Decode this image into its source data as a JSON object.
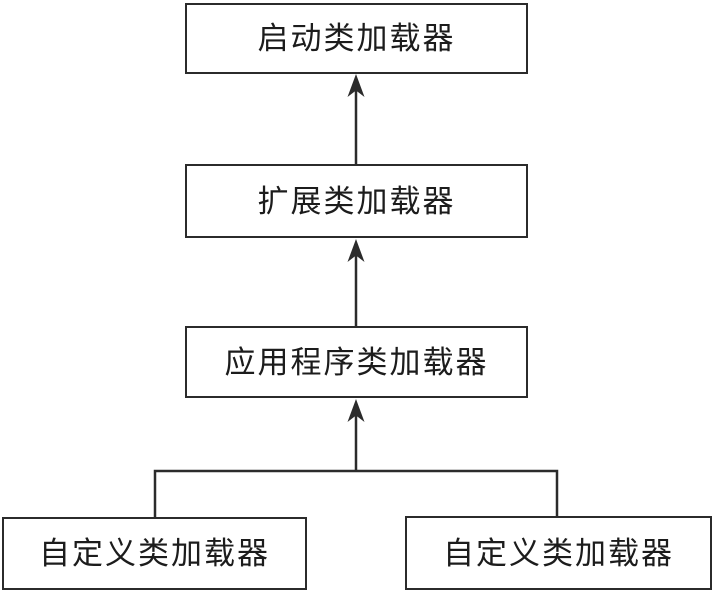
{
  "diagram": {
    "type": "hierarchy-flowchart",
    "nodes": [
      {
        "id": "bootstrap",
        "label": "启动类加载器"
      },
      {
        "id": "extension",
        "label": "扩展类加载器"
      },
      {
        "id": "application",
        "label": "应用程序类加载器"
      },
      {
        "id": "custom_left",
        "label": "自定义类加载器"
      },
      {
        "id": "custom_right",
        "label": "自定义类加载器"
      }
    ],
    "edges": [
      {
        "from": "extension",
        "to": "bootstrap",
        "style": "arrow-up"
      },
      {
        "from": "application",
        "to": "extension",
        "style": "arrow-up"
      },
      {
        "from": "custom_left",
        "to": "application",
        "style": "branch-arrow-up"
      },
      {
        "from": "custom_right",
        "to": "application",
        "style": "branch-arrow-up"
      }
    ],
    "colors": {
      "background": "#ffffff",
      "box_border": "#2b2b2b",
      "line": "#2b2b2b",
      "text": "#1c1c1c"
    }
  }
}
